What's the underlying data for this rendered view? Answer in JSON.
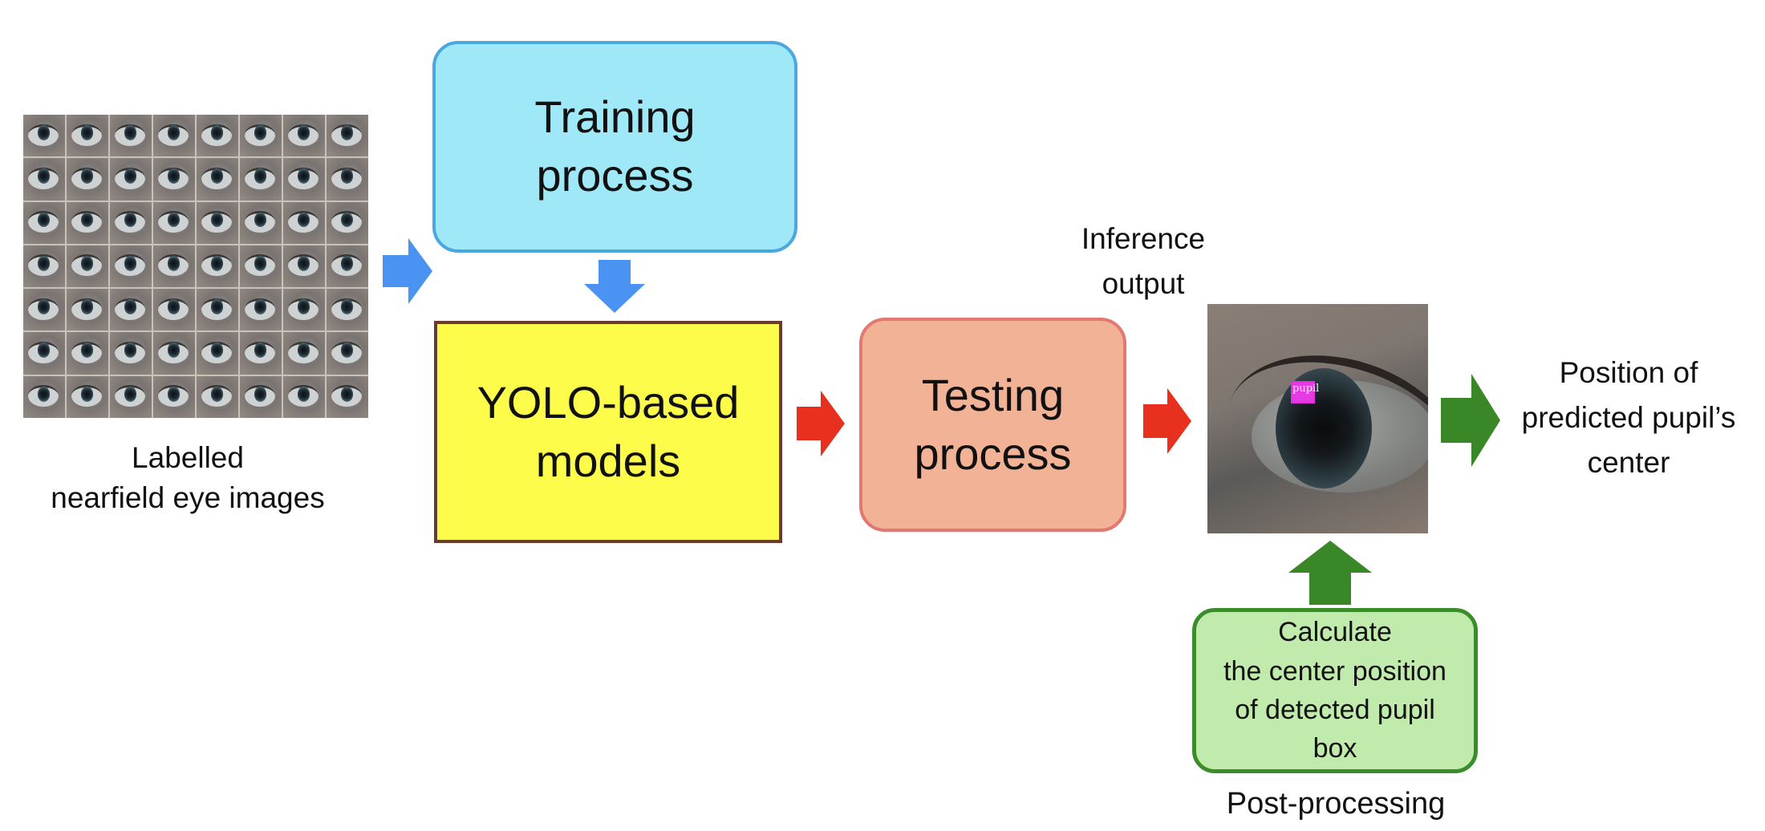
{
  "input": {
    "label_line1": "Labelled",
    "label_line2": "nearfield eye images",
    "grid_rows": 7,
    "grid_cols": 8
  },
  "training": {
    "line1": "Training",
    "line2": "process"
  },
  "yolo": {
    "line1": "YOLO-based",
    "line2": "models"
  },
  "testing": {
    "line1": "Testing",
    "line2": "process"
  },
  "inference": {
    "line1": "Inference",
    "line2": "output",
    "box_label": "pupil"
  },
  "postproc": {
    "line1": "Calculate",
    "line2": "the center position",
    "line3": "of detected pupil",
    "line4": "box",
    "caption": "Post-processing"
  },
  "result": {
    "line1": "Position of",
    "line2": "predicted pupil’s",
    "line3": "center"
  },
  "colors": {
    "blue_arrow": "#4a93f2",
    "red_arrow": "#e8301f",
    "green_arrow": "#3a8728",
    "training_fill": "#9ee8f7",
    "yolo_fill": "#fdfc4a",
    "testing_fill": "#f2b296",
    "postproc_fill": "#c1ebac"
  }
}
